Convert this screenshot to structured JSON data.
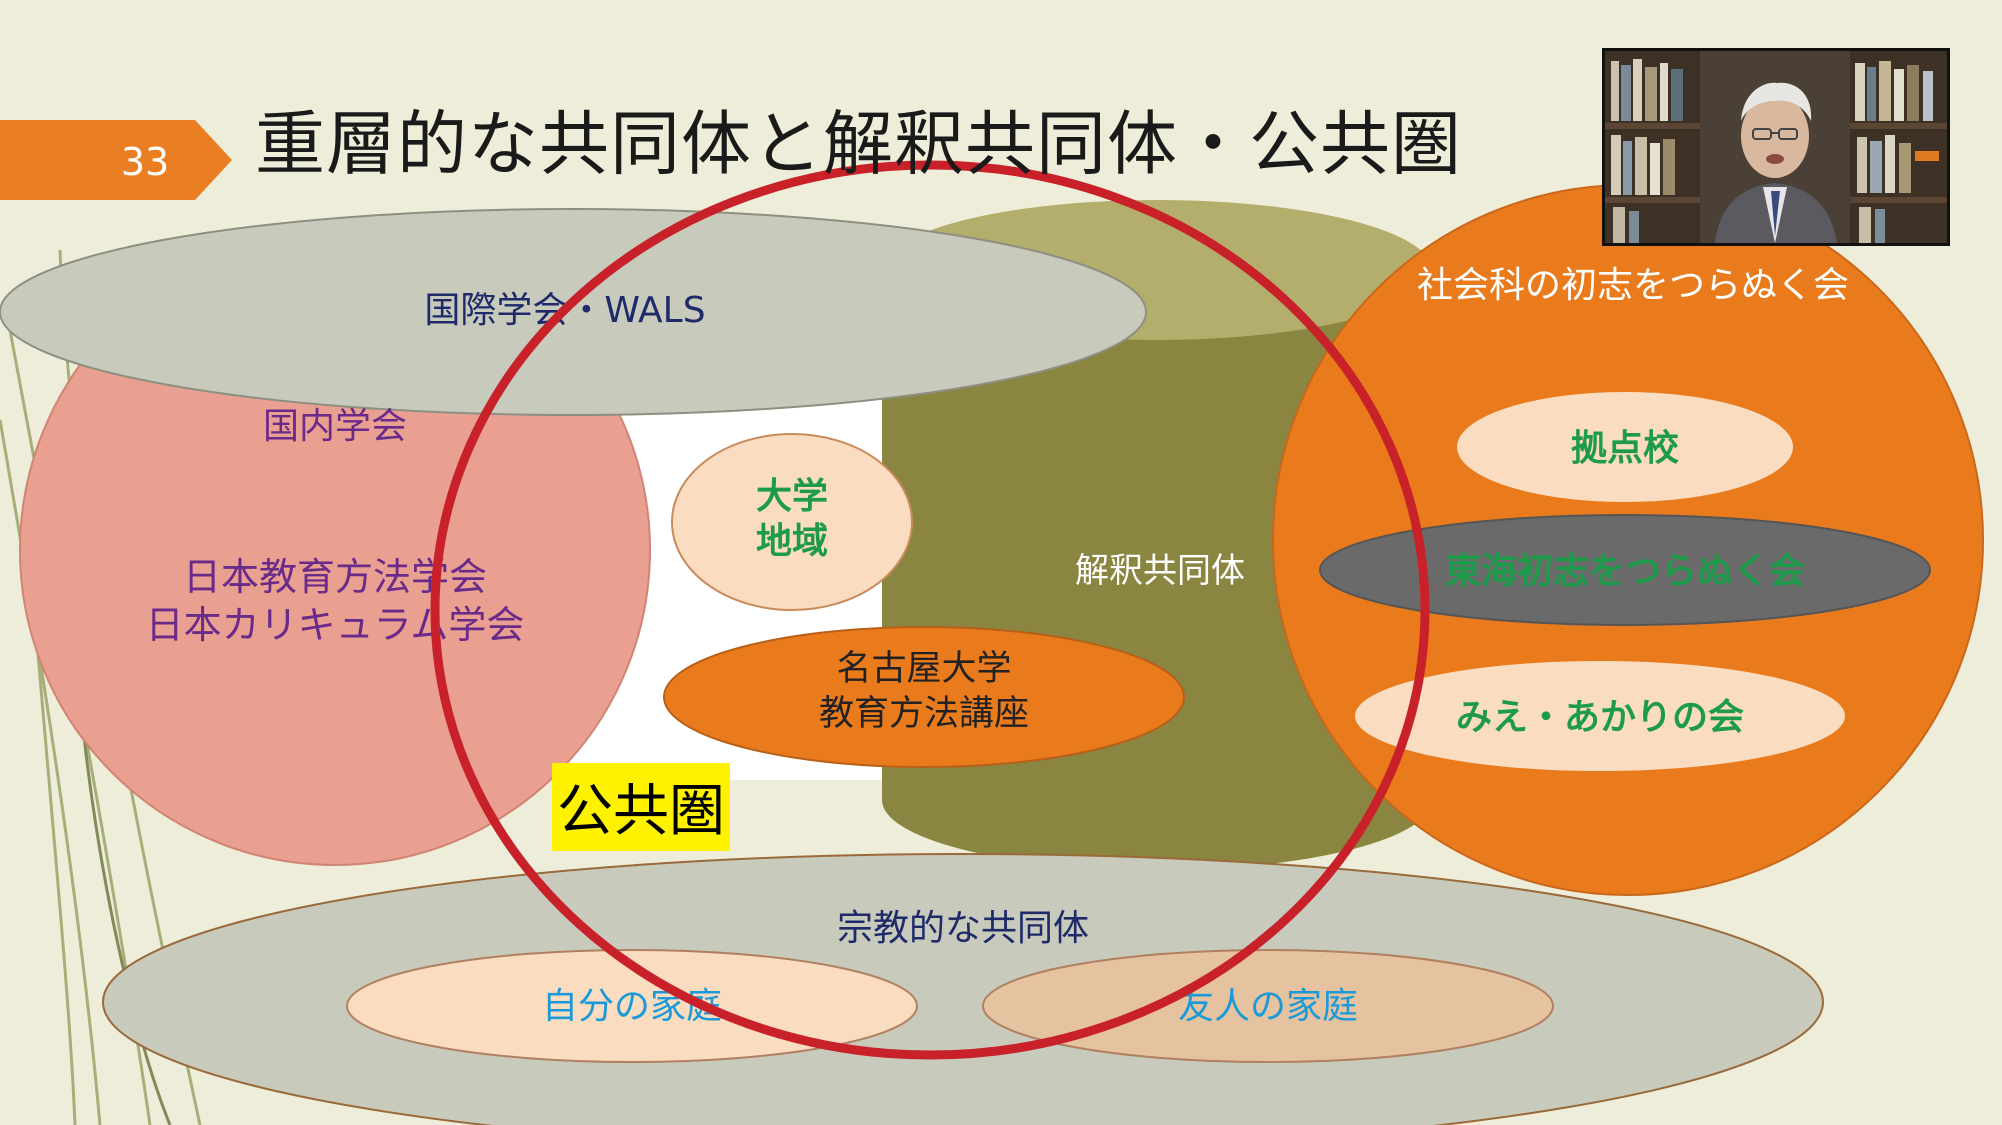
{
  "slide": {
    "number": "33",
    "title": "重層的な共同体と解釈共同体・公共圏"
  },
  "diagram": {
    "international": "国際学会・WALS",
    "domestic_title": "国内学会",
    "domestic_line1": "日本教育方法学会",
    "domestic_line2": "日本カリキュラム学会",
    "university_line1": "大学",
    "university_line2": "地域",
    "interpretive": "解釈共同体",
    "nagoya_line1": "名古屋大学",
    "nagoya_line2": "教育方法講座",
    "public_sphere": "公共圏",
    "social_studies": "社会科の初志をつらぬく会",
    "base_school": "拠点校",
    "tokai": "東海初志をつらぬく会",
    "mie": "みえ・あかりの会",
    "religious": "宗教的な共同体",
    "own_family": "自分の家庭",
    "friend_family": "友人の家庭"
  },
  "colors": {
    "background": "#eeedd9",
    "slide_number_bg": "#e97e22",
    "gray_ellipse": "#c8cabc",
    "pink_circle": "#e9a090",
    "olive": "#8a8540",
    "orange": "#ea7b1d",
    "peach": "#fadcc0",
    "red_ring": "#c8212a",
    "dark_gray": "#6a6a6a",
    "highlight_yellow": "#fff200"
  },
  "webcam": {
    "description_icon": "video-participant-icon"
  }
}
